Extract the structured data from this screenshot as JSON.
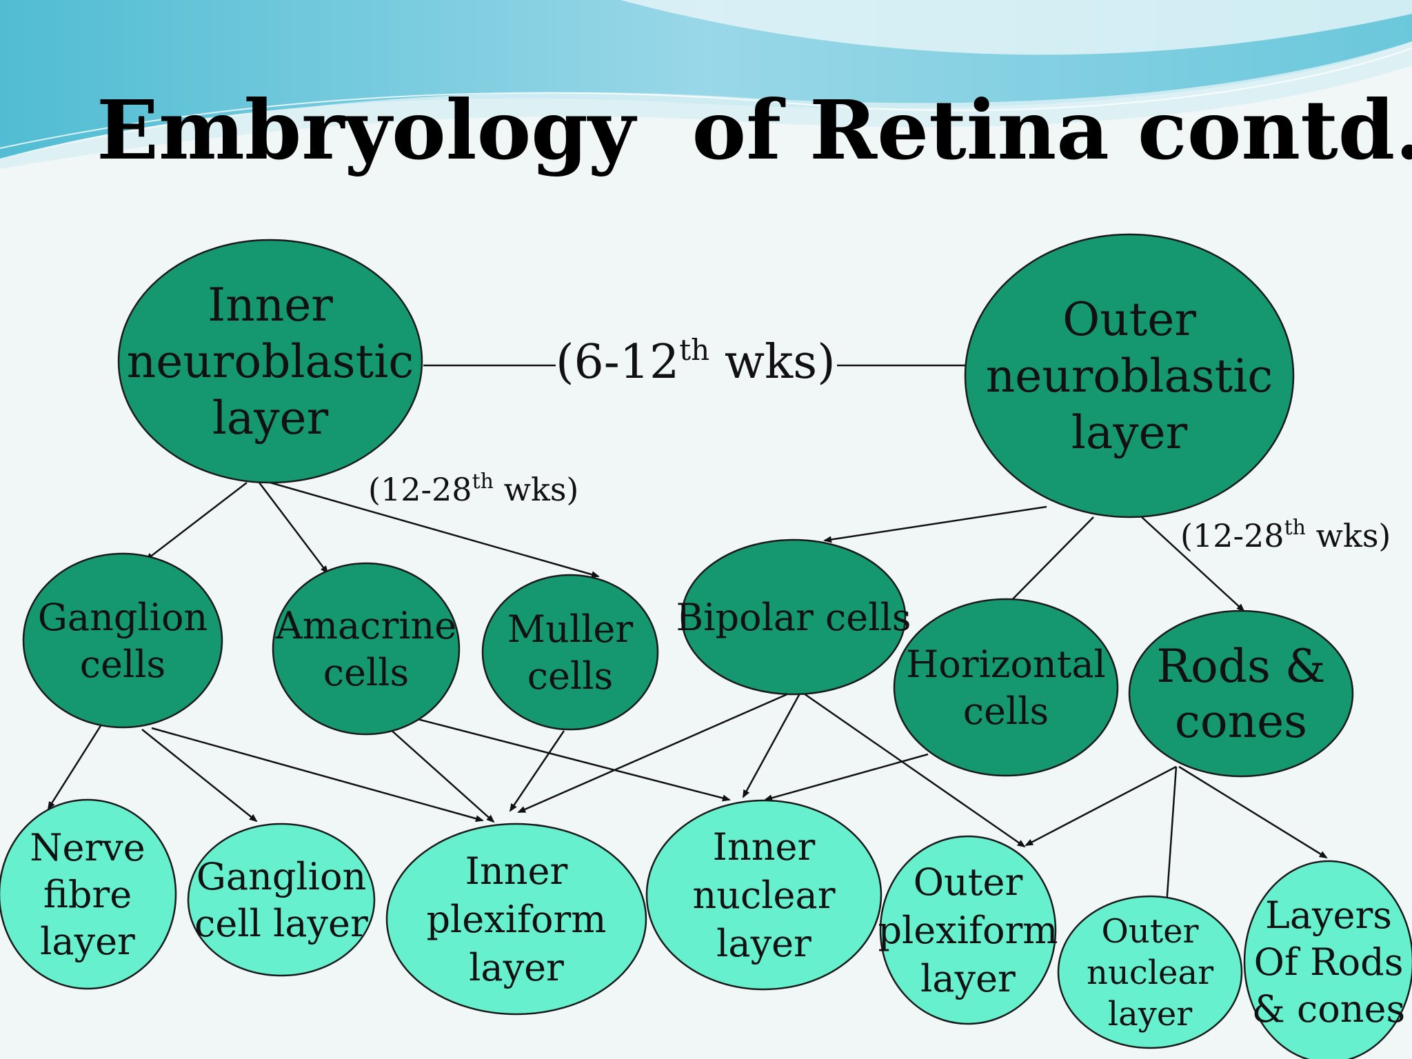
{
  "title": "Embryology  of Retina contd..",
  "parents": {
    "inner": {
      "lines": [
        "Inner",
        "neuroblastic",
        "layer"
      ]
    },
    "outer": {
      "lines": [
        "Outer",
        "neuroblastic",
        "layer"
      ]
    }
  },
  "timing": {
    "main": {
      "pre": "(6-12",
      "sup": "th",
      "post": " wks)"
    },
    "left": {
      "pre": "(12-28",
      "sup": "th",
      "post": " wks)"
    },
    "right": {
      "pre": "(12-28",
      "sup": "th",
      "post": " wks)"
    }
  },
  "cells": {
    "ganglion": {
      "lines": [
        "Ganglion",
        "cells"
      ]
    },
    "amacrine": {
      "lines": [
        "Amacrine",
        "cells"
      ]
    },
    "muller": {
      "lines": [
        "Muller",
        "cells"
      ]
    },
    "bipolar": {
      "lines": [
        "Bipolar cells"
      ]
    },
    "horizontal": {
      "lines": [
        "Horizontal",
        "cells"
      ]
    },
    "rods": {
      "lines": [
        "Rods &",
        "cones"
      ]
    }
  },
  "layers": {
    "nfl": {
      "lines": [
        "Nerve",
        "fibre",
        "layer"
      ]
    },
    "gcl": {
      "lines": [
        "Ganglion",
        "cell layer"
      ]
    },
    "ipl": {
      "lines": [
        "Inner",
        "plexiform",
        "layer"
      ]
    },
    "inl": {
      "lines": [
        "Inner",
        "nuclear",
        "layer"
      ]
    },
    "opl": {
      "lines": [
        "Outer",
        "plexiform",
        "layer"
      ]
    },
    "onl": {
      "lines": [
        "Outer",
        "nuclear",
        "layer"
      ]
    },
    "rc": {
      "lines": [
        "Layers",
        "Of Rods",
        "& cones"
      ]
    }
  },
  "colors": {
    "parent_fill": "#15976f",
    "cell_fill": "#15976f",
    "layer_fill": "#66f0cd",
    "stroke": "#1a1a1a",
    "wave_light": "#bfe7f0",
    "wave_mid": "#7fcfe2",
    "wave_dark": "#3fb6cf"
  }
}
